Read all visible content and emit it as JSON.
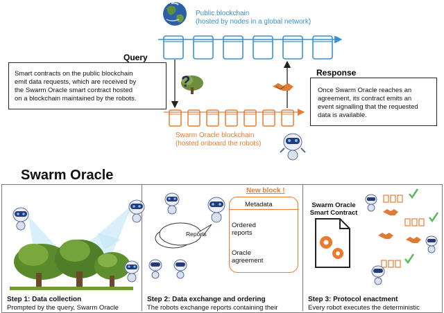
{
  "public_chain": {
    "label_line1": "Public blockchain",
    "label_line2": "(hosted by nodes in a global network)",
    "color": "#3a8fd0"
  },
  "oracle_chain": {
    "label_line1": "Swarm Oracle blockchain",
    "label_line2": "(hosted onboard the robots)",
    "color": "#ec7a2e"
  },
  "query": {
    "title": "Query",
    "text": [
      "Smart contracts on the public blockchain",
      "emit data requests, which are received by",
      "the Swarm Oracle smart contract hosted",
      "on a blockchain maintained by the robots."
    ]
  },
  "response": {
    "title": "Response",
    "text": [
      "Once Swarm Oracle reaches an",
      "agreement, its contract emits an",
      "event signalling that the requested",
      "data is available."
    ]
  },
  "section_title": "Swarm Oracle",
  "step1": {
    "title": "Step 1: Data collection",
    "text": "Prompted by the query, Swarm Oracle"
  },
  "step2": {
    "title": "Step 2: Data exchange and ordering",
    "text": "The robots exchange reports containing their",
    "new_block": "New block !",
    "metadata": "Metadata",
    "ordered_reports": [
      "Ordered",
      "reports"
    ],
    "oracle_agreement": [
      "Oracle",
      "agreement"
    ],
    "reports_bubble": "Reports"
  },
  "step3": {
    "title": "Step 3: Protocol enactment",
    "text": "Every robot executes the deterministic",
    "contract_title": [
      "Swarm Oracle",
      "Smart Contract"
    ]
  },
  "colors": {
    "accent_blue": "#3a8fd0",
    "accent_orange": "#ec7a2e",
    "check_green": "#5cb85c"
  }
}
